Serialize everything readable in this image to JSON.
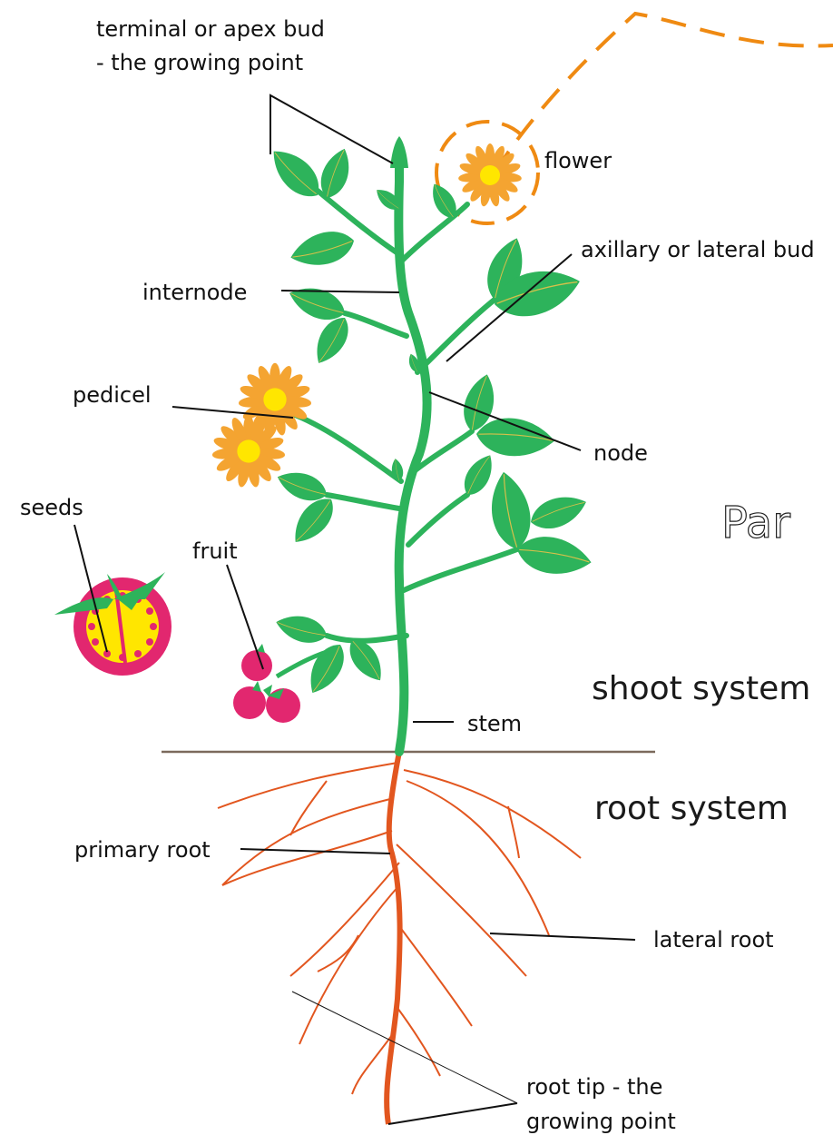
{
  "labels": {
    "terminal_bud_line1": "terminal or apex bud",
    "terminal_bud_line2": "- the growing point",
    "flower": "flower",
    "axillary_bud": "axillary or lateral bud",
    "internode": "internode",
    "pedicel": "pedicel",
    "node": "node",
    "seeds": "seeds",
    "fruit": "fruit",
    "stem": "stem",
    "primary_root": "primary root",
    "lateral_root": "lateral root",
    "root_tip_line1": "root tip - the",
    "root_tip_line2": "growing point"
  },
  "systems": {
    "shoot": "shoot system",
    "root": "root system"
  },
  "cropped_title": "Par",
  "colors": {
    "leaf": "#2db35b",
    "leaf_vein": "#d6c04a",
    "stem": "#2db35b",
    "petal": "#f4a431",
    "flower_center": "#ffe600",
    "fruit": "#e2276f",
    "root": "#e2561f",
    "ground": "#7b6a5c",
    "highlight_dash": "#ef8a12"
  }
}
